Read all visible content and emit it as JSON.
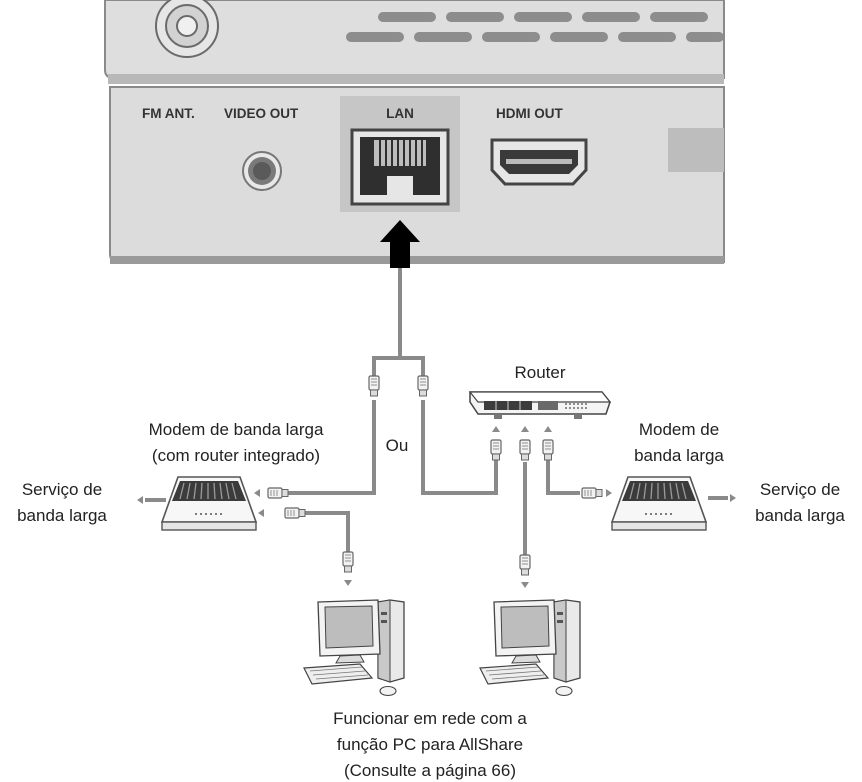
{
  "ports": {
    "fm_ant": "FM ANT.",
    "video_out": "VIDEO OUT",
    "lan": "LAN",
    "hdmi_out": "HDMI OUT"
  },
  "labels": {
    "router": "Router",
    "or": "Ou",
    "modem_router_line1": "Modem de banda larga",
    "modem_router_line2": "(com router integrado)",
    "service_left_line1": "Serviço de",
    "service_left_line2": "banda larga",
    "modem_right_line1": "Modem de",
    "modem_right_line2": "banda larga",
    "service_right_line1": "Serviço de",
    "service_right_line2": "banda larga",
    "caption_line1": "Funcionar em rede com a",
    "caption_line2": "função PC para AllShare",
    "caption_line3": "(Consulte a página 66)"
  },
  "colors": {
    "panel": "#dcdcdc",
    "panel_dark": "#a8a8a8",
    "cable": "#8a8a8a",
    "outline": "#555555"
  }
}
